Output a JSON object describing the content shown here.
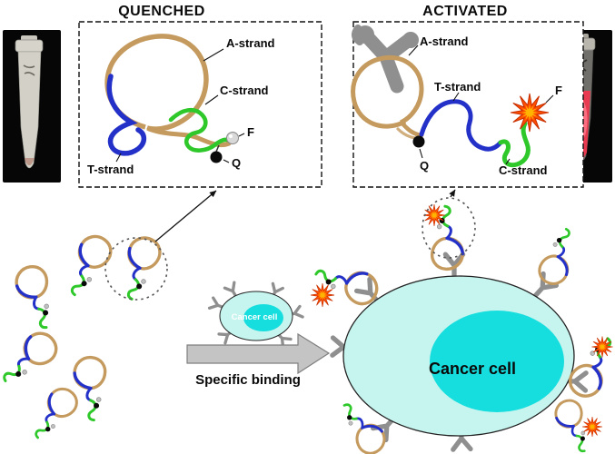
{
  "colors": {
    "a_strand": "#C49A5E",
    "t_strand": "#2431C8",
    "c_strand": "#2FC82A",
    "quencher": "#0A0A0A",
    "fluorophore_quenched": "#D8D8D8",
    "flare": "#FF4E00",
    "flare_core": "#FFB400",
    "receptor": "#8F8F8F",
    "cell_body": "#C6F4EE",
    "cell_nucleus": "#17DEDE",
    "tube_liquid": "#E83A50",
    "photo_bg": "#060606"
  },
  "panels": {
    "quenched": {
      "title": "QUENCHED",
      "a_strand": "A-strand",
      "c_strand": "C-strand",
      "t_strand": "T-strand",
      "fluorophore": "F",
      "quencher": "Q"
    },
    "activated": {
      "title": "ACTIVATED",
      "a_strand": "A-strand",
      "t_strand": "T-strand",
      "c_strand": "C-strand",
      "fluorophore": "F",
      "quencher": "Q"
    }
  },
  "scheme": {
    "small_cell_label": "Cancer cell",
    "large_cell_label": "Cancer cell",
    "arrow_label": "Specific binding"
  },
  "icons": {
    "flare": "starburst-activated-fluorophore",
    "receptor": "membrane-receptor-y",
    "quencher_dot": "quencher-sphere",
    "fluorophore_dot": "fluorophore-sphere",
    "probe": "aptamer-probe-loop",
    "tube_left": "photo-tube-dark-quenched",
    "tube_right": "photo-tube-red-fluorescent"
  }
}
